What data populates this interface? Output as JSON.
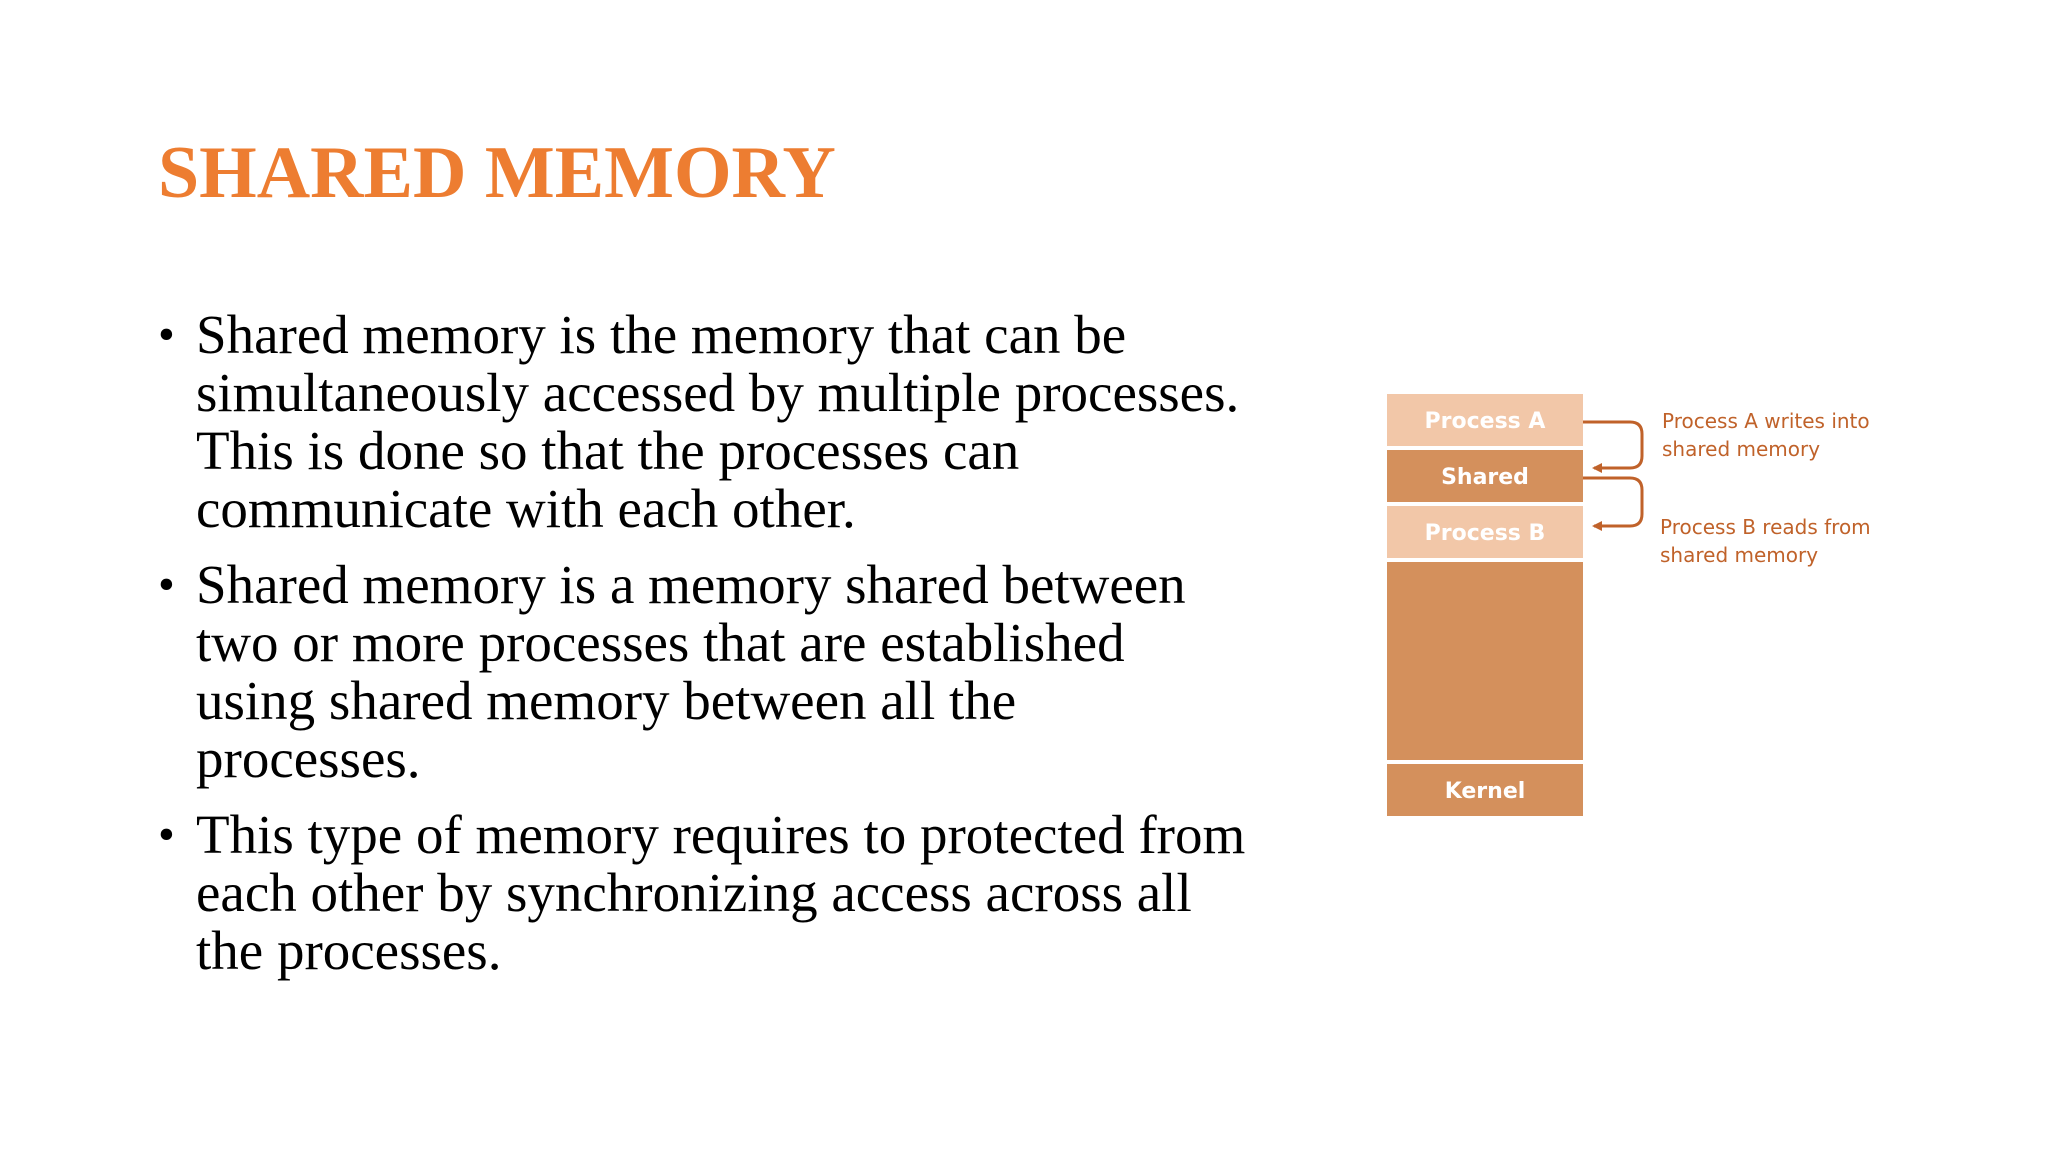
{
  "slide": {
    "title": "SHARED MEMORY",
    "bullets": [
      {
        "lines": [
          "Shared memory is the memory that can be",
          "simultaneously accessed by multiple processes.",
          "This is done so that the processes can",
          "communicate with each other."
        ]
      },
      {
        "lines": [
          "Shared memory is a memory shared between",
          "two or more processes that are established",
          "using shared memory between all the",
          "processes."
        ]
      },
      {
        "lines": [
          "This type of memory requires to protected from",
          "each other by synchronizing access across all",
          "the processes."
        ]
      }
    ],
    "bullet_symbol": "•"
  },
  "diagram": {
    "segments": {
      "process_a": "Process A",
      "shared": "Shared",
      "process_b": "Process B",
      "kernel": "Kernel"
    },
    "notes": {
      "write": [
        "Process A writes into",
        "shared memory"
      ],
      "read": [
        "Process B reads from",
        "shared memory"
      ]
    },
    "colors": {
      "title": "#ED7D31",
      "light_segment": "#F2C7A8",
      "dark_segment": "#D4905C",
      "arrow": "#C0622A"
    }
  }
}
